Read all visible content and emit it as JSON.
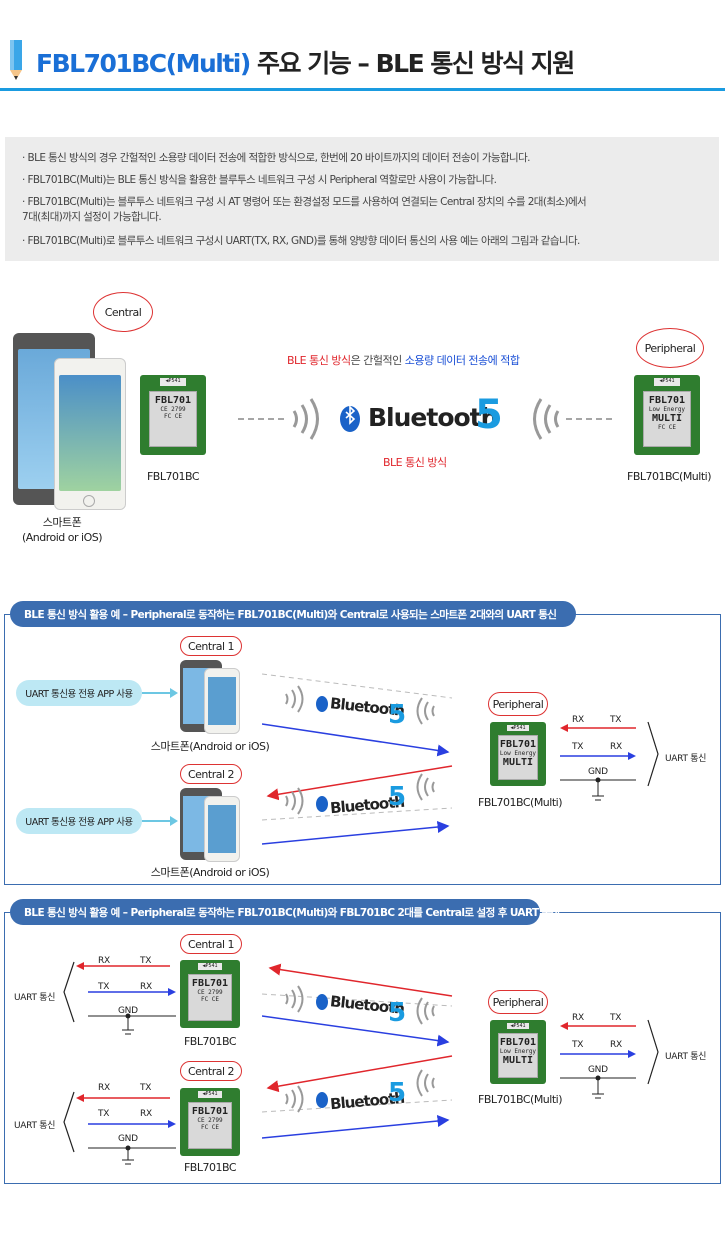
{
  "header": {
    "title_model": "FBL701BC(Multi)",
    "title_rest": "주요 기능 – BLE 통신 방식 지원"
  },
  "notes": [
    "· BLE 통신 방식의 경우 간헐적인 소용량 데이터 전송에 적합한 방식으로, 한번에 20 바이트까지의 데이터 전송이 가능합니다.",
    "· FBL701BC(Multi)는 BLE 통신 방식을 활용한 블루투스 네트워크 구성 시 Peripheral 역할로만 사용이 가능합니다.",
    "· FBL701BC(Multi)는 블루투스 네트워크 구성 시 AT 명령어 또는 환경설정 모드를 사용하여 연결되는 Central 장치의 수를 2대(최소)에서",
    "  7대(최대)까지 설정이 가능합니다.",
    "· FBL701BC(Multi)로 블루투스 네트워크 구성시 UART(TX, RX, GND)를 통해 양방향 데이터 통신의 사용 예는 아래의 그림과 같습니다."
  ],
  "overview": {
    "central_label": "Central",
    "peripheral_label": "Peripheral",
    "smartphone_label": "스마트폰",
    "smartphone_os": "(Android or iOS)",
    "module_left_label": "FBL701BC",
    "module_right_label": "FBL701BC(Multi)",
    "ble_tagline_red": "BLE 통신 방식",
    "ble_tagline_mid": "은 간헐적인",
    "ble_tagline_blue": "소용량 데이터 전송에 적합",
    "ble_caption": "BLE 통신 방식",
    "bt_word": "Bluetooth",
    "bt_version": "5"
  },
  "section1": {
    "title": "BLE 통신 방식 활용 예  –  Peripheral로 동작하는 FBL701BC(Multi)와 Central로 사용되는 스마트폰 2대와의 UART 통신",
    "app_button_1": "UART 통신용 전용 APP 사용",
    "app_button_2": "UART 통신용 전용 APP 사용",
    "central1": "Central 1",
    "central2": "Central 2",
    "phone_label_1": "스마트폰(Android or iOS)",
    "phone_label_2": "스마트폰(Android or iOS)",
    "peripheral": "Peripheral",
    "peripheral_module": "FBL701BC(Multi)",
    "rx": "RX",
    "tx": "TX",
    "gnd": "GND",
    "uart": "UART 통신"
  },
  "section2": {
    "title": "BLE 통신 방식 활용 예  –  Peripheral로 동작하는 FBL701BC(Multi)와 FBL701BC 2대를 Central로 설정 후 UART 통신",
    "central1": "Central 1",
    "central2": "Central 2",
    "module_label_1": "FBL701BC",
    "module_label_2": "FBL701BC",
    "peripheral": "Peripheral",
    "peripheral_module": "FBL701BC(Multi)",
    "rx": "RX",
    "tx": "TX",
    "gnd": "GND",
    "uart": "UART 통신"
  },
  "module_text": {
    "p541": "◀P541",
    "fbl701": "FBL701",
    "ce2799": "CE 2799",
    "multi": "MULTI",
    "low_energy": "Low Energy",
    "fc": "FC CE"
  },
  "colors": {
    "accent": "#1a6fd6",
    "red": "#e0262c",
    "arrow_blue": "#2a3fe0",
    "section": "#3b6db0"
  }
}
